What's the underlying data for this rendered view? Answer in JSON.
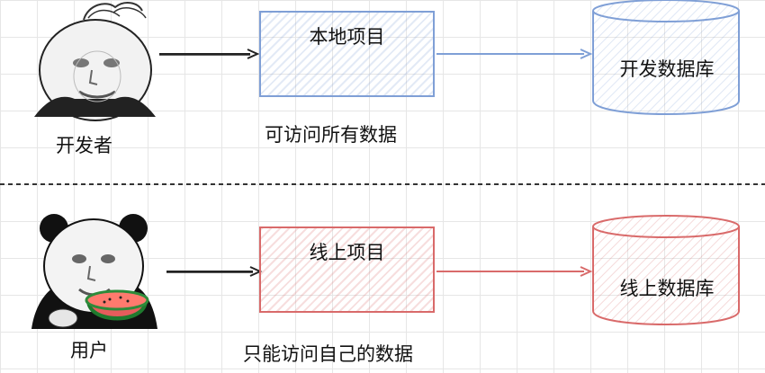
{
  "top": {
    "actor_label": "开发者",
    "project_label": "本地项目",
    "database_label": "开发数据库",
    "note": "可访问所有数据"
  },
  "bottom": {
    "actor_label": "用户",
    "project_label": "线上项目",
    "database_label": "线上数据库",
    "note": "只能访问自己的数据"
  },
  "colors": {
    "blue_stroke": "#7f9fd6",
    "red_stroke": "#d96a6a",
    "arrow_dark": "#222222",
    "divider": "#333333"
  },
  "icons": {
    "developer": "meme-face-icon",
    "user": "panda-meme-with-watermelon-icon"
  }
}
